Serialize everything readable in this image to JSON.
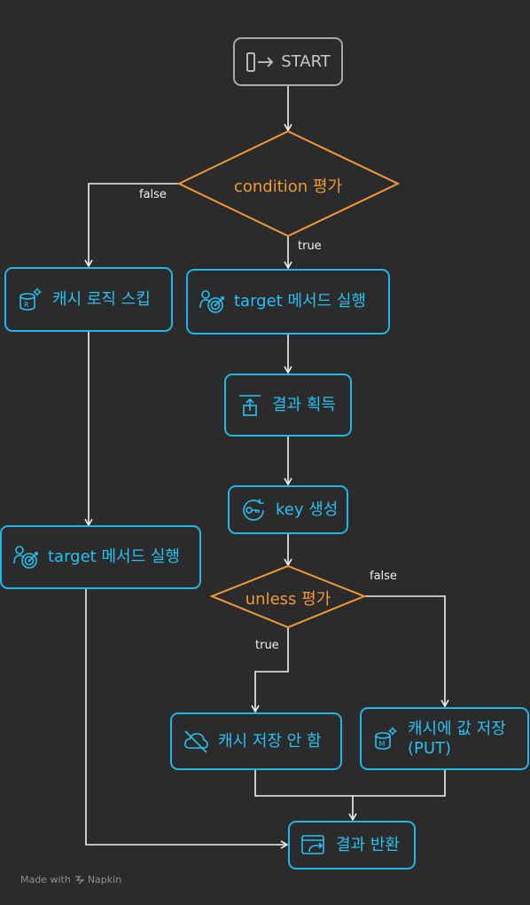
{
  "nodes": {
    "start": {
      "label": "START"
    },
    "condition": {
      "label": "condition 평가"
    },
    "skip_cache": {
      "label": "캐시 로직 스킵"
    },
    "run_target_right": {
      "label": "target 메서드 실행"
    },
    "get_result": {
      "label": "결과 획득"
    },
    "key_gen": {
      "label": "key 생성"
    },
    "run_target_left": {
      "label": "target 메서드 실행"
    },
    "unless": {
      "label": "unless 평가"
    },
    "no_cache_save": {
      "label": "캐시 저장 안 함"
    },
    "cache_put": {
      "label": "캐시에 값 저장\n(PUT)"
    },
    "return_result": {
      "label": "결과 반환"
    }
  },
  "edges": {
    "condition_false": "false",
    "condition_true": "true",
    "unless_false": "false",
    "unless_true": "true"
  },
  "footer": {
    "made_with": "Made with",
    "brand": "Napkin"
  },
  "colors": {
    "background": "#2b2b2b",
    "node_border": "#1fb6e8",
    "node_text": "#27c2f2",
    "decision": "#f39a38",
    "start_border": "#a9a9a9",
    "connector": "#f2f2f2"
  }
}
